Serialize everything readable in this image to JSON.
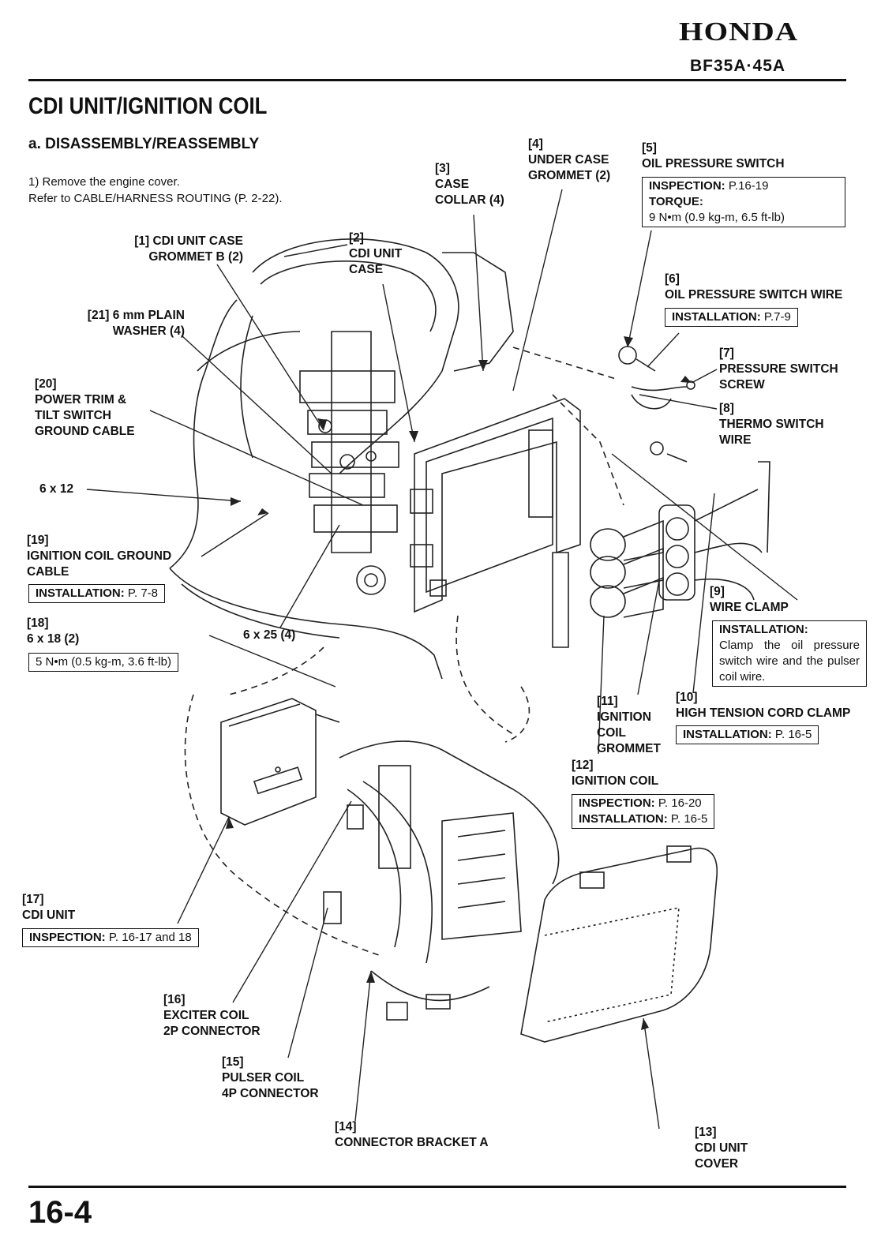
{
  "header": {
    "brand": "HONDA",
    "model": "BF35A·45A"
  },
  "title": "CDI UNIT/IGNITION COIL",
  "subtitle": "a. DISASSEMBLY/REASSEMBLY",
  "step": {
    "line1": "1) Remove the engine cover.",
    "line2": "Refer to CABLE/HARNESS ROUTING (P. 2-22)."
  },
  "labels": {
    "l1": {
      "num": "[1]",
      "a": "CDI UNIT CASE",
      "b": "GROMMET B (2)"
    },
    "l2": {
      "num": "[2]",
      "a": "CDI UNIT",
      "b": "CASE"
    },
    "l3": {
      "num": "[3]",
      "a": "CASE",
      "b": "COLLAR (4)"
    },
    "l4": {
      "num": "[4]",
      "a": "UNDER CASE",
      "b": "GROMMET (2)"
    },
    "l5": {
      "num": "[5]",
      "a": "OIL PRESSURE SWITCH",
      "box_k1": "INSPECTION:",
      "box_v1": " P.16-19",
      "box_k2": "TORQUE:",
      "box_v2": "9 N•m (0.9 kg-m, 6.5 ft-lb)"
    },
    "l6": {
      "num": "[6]",
      "a": "OIL PRESSURE SWITCH WIRE",
      "box_k": "INSTALLATION:",
      "box_v": " P.7-9"
    },
    "l7": {
      "num": "[7]",
      "a": "PRESSURE SWITCH",
      "b": "SCREW"
    },
    "l8": {
      "num": "[8]",
      "a": "THERMO SWITCH",
      "b": "WIRE"
    },
    "l9": {
      "num": "[9]",
      "a": "WIRE CLAMP",
      "box_k": "INSTALLATION:",
      "box_v": "Clamp the oil pressure switch wire and the pulser coil wire."
    },
    "l10": {
      "num": "[10]",
      "a": "HIGH TENSION CORD CLAMP",
      "box_k": "INSTALLATION:",
      "box_v": " P. 16-5"
    },
    "l11": {
      "num": "[11]",
      "a": "IGNITION",
      "b": "COIL",
      "c": "GROMMET"
    },
    "l12": {
      "num": "[12]",
      "a": "IGNITION COIL",
      "box_k1": "INSPECTION:",
      "box_v1": " P. 16-20",
      "box_k2": "INSTALLATION:",
      "box_v2": " P. 16-5"
    },
    "l13": {
      "num": "[13]",
      "a": "CDI UNIT",
      "b": "COVER"
    },
    "l14": {
      "num": "[14]",
      "a": "CONNECTOR BRACKET A"
    },
    "l15": {
      "num": "[15]",
      "a": "PULSER COIL",
      "b": "4P CONNECTOR"
    },
    "l16": {
      "num": "[16]",
      "a": "EXCITER COIL",
      "b": "2P CONNECTOR"
    },
    "l17": {
      "num": "[17]",
      "a": "CDI UNIT",
      "box_k": "INSPECTION:",
      "box_v": " P. 16-17 and 18"
    },
    "l18": {
      "num": "[18]",
      "a": "6 x 18 (2)",
      "box_v": "5 N•m (0.5 kg-m, 3.6 ft-lb)"
    },
    "l19": {
      "num": "[19]",
      "a": "IGNITION COIL GROUND",
      "b": "CABLE",
      "box_k": "INSTALLATION:",
      "box_v": " P. 7-8"
    },
    "l20": {
      "num": "[20]",
      "a": "POWER TRIM &",
      "b": "TILT SWITCH",
      "c": "GROUND CABLE"
    },
    "l21": {
      "num": "[21]",
      "a": "6 mm PLAIN",
      "b": "WASHER (4)"
    },
    "bolt_6x12": "6 x 12",
    "bolt_6x25": "6 x 25 (4)"
  },
  "page_number": "16-4"
}
